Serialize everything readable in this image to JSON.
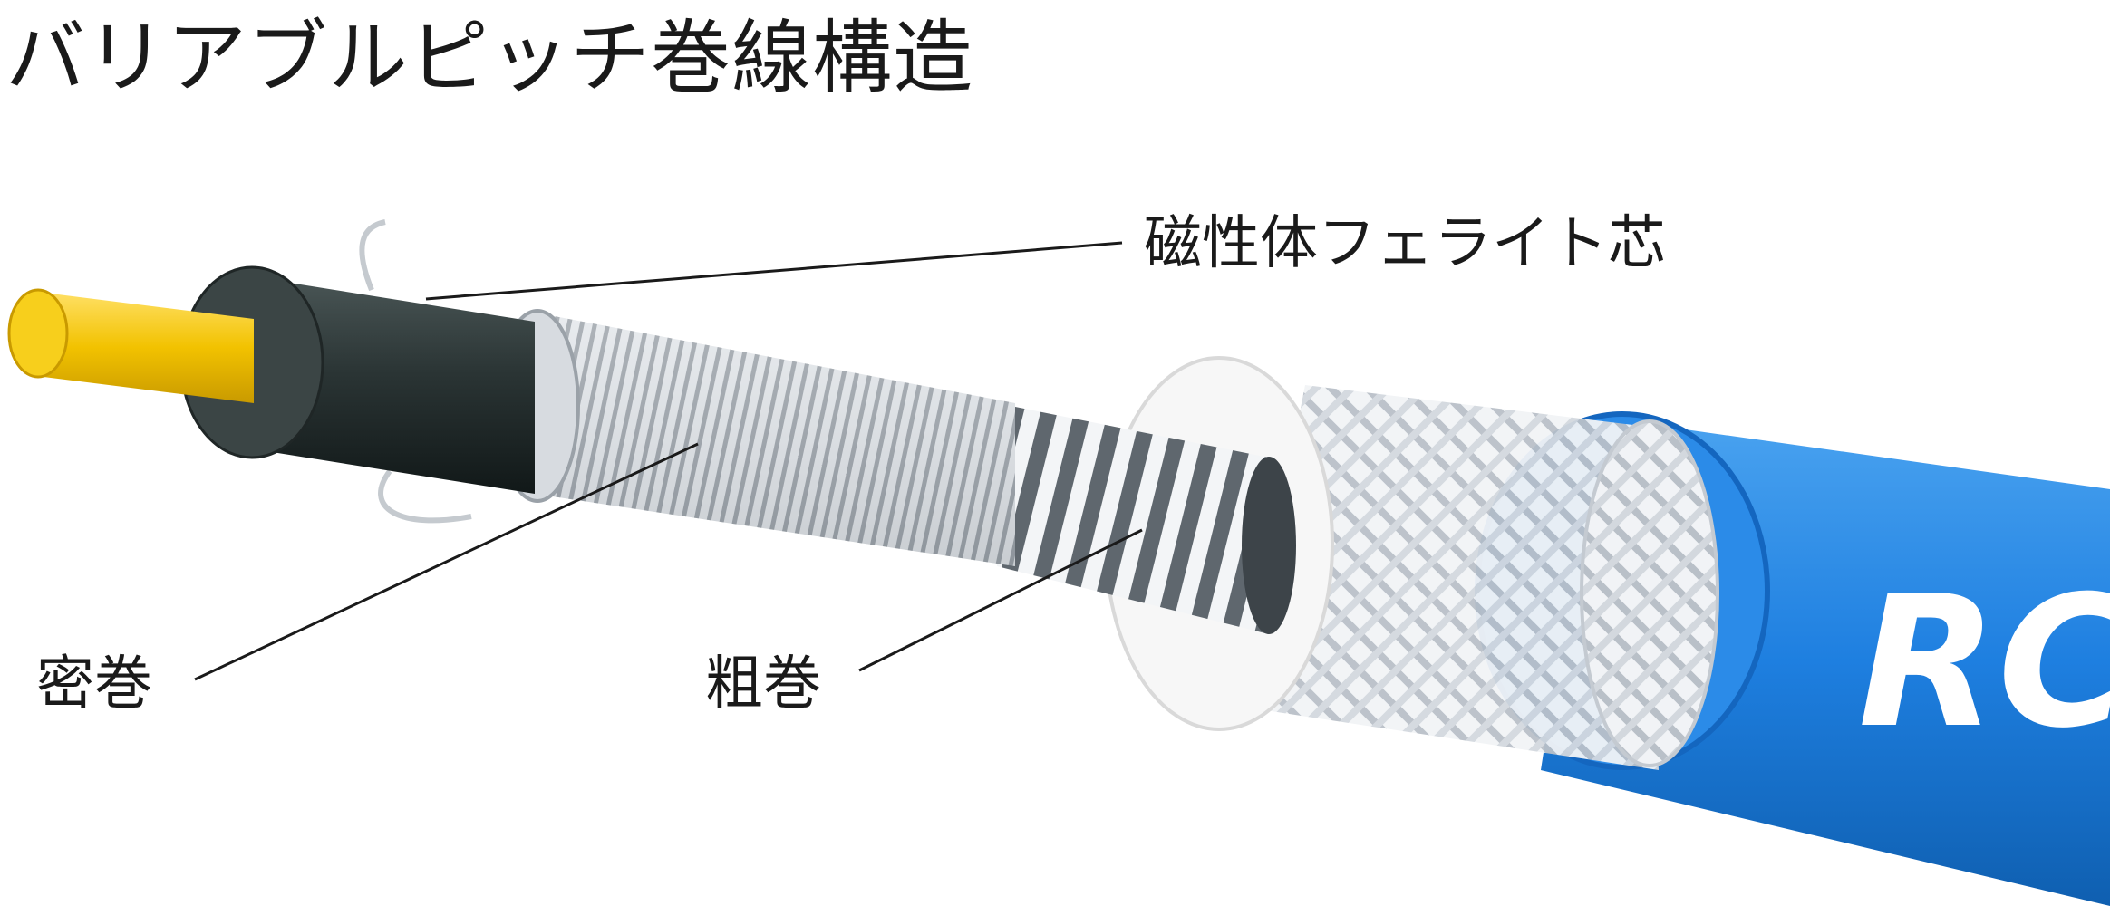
{
  "title": "バリアブルピッチ巻線構造",
  "labels": {
    "core": "磁性体フェライト芯",
    "dense_winding": "密巻",
    "coarse_winding": "粗巻"
  },
  "jacket_lettering": "RC",
  "colors": {
    "conductor": "#f2c200",
    "ferrite": "#2f3a3a",
    "winding": "#c8ccd2",
    "braid": "#eef0f3",
    "jacket": "#1e7fe0",
    "text": "#1a1a1a"
  }
}
